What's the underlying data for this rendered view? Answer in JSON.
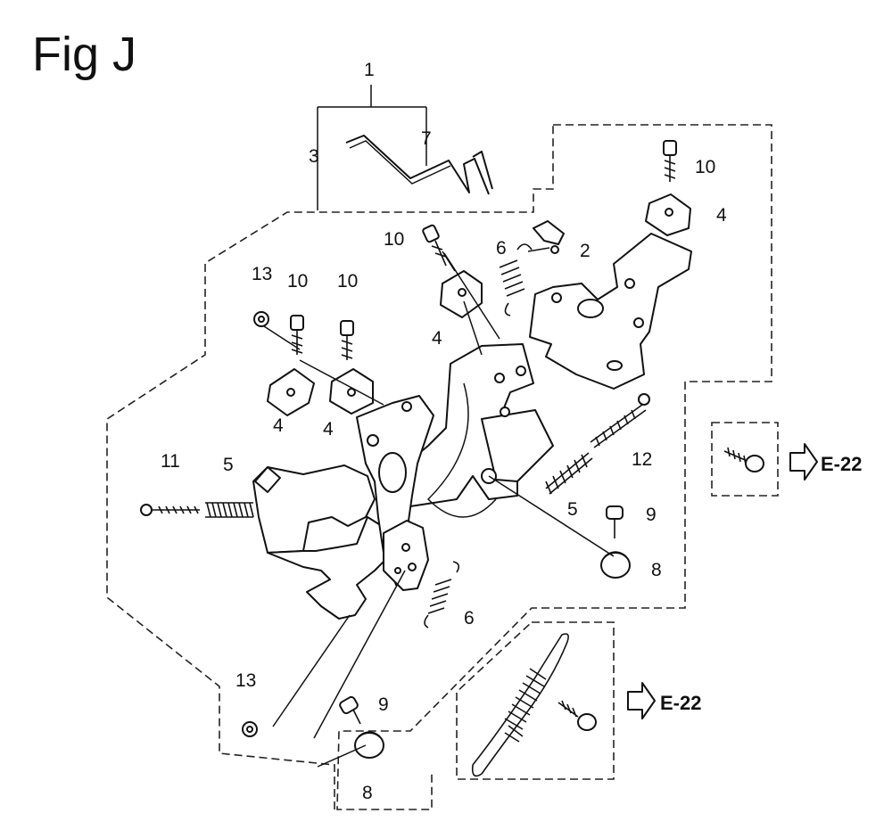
{
  "figure": {
    "title": "Fig J",
    "callouts": [
      {
        "id": "c1",
        "text": "1"
      },
      {
        "id": "c3",
        "text": "3"
      },
      {
        "id": "c7",
        "text": "7"
      },
      {
        "id": "c10a",
        "text": "10"
      },
      {
        "id": "c4a",
        "text": "4"
      },
      {
        "id": "c10b",
        "text": "10"
      },
      {
        "id": "c6a",
        "text": "6"
      },
      {
        "id": "c2",
        "text": "2"
      },
      {
        "id": "c4b",
        "text": "4"
      },
      {
        "id": "c13a",
        "text": "13"
      },
      {
        "id": "c10c",
        "text": "10"
      },
      {
        "id": "c10d",
        "text": "10"
      },
      {
        "id": "c4c",
        "text": "4"
      },
      {
        "id": "c4d",
        "text": "4"
      },
      {
        "id": "c12",
        "text": "12"
      },
      {
        "id": "c11",
        "text": "11"
      },
      {
        "id": "c5a",
        "text": "5"
      },
      {
        "id": "c5b",
        "text": "5"
      },
      {
        "id": "c9a",
        "text": "9"
      },
      {
        "id": "c8a",
        "text": "8"
      },
      {
        "id": "c6b",
        "text": "6"
      },
      {
        "id": "c13b",
        "text": "13"
      },
      {
        "id": "c9b",
        "text": "9"
      },
      {
        "id": "c8b",
        "text": "8"
      }
    ],
    "references": [
      {
        "id": "ref1",
        "text": "E-22"
      },
      {
        "id": "ref2",
        "text": "E-22"
      }
    ]
  }
}
